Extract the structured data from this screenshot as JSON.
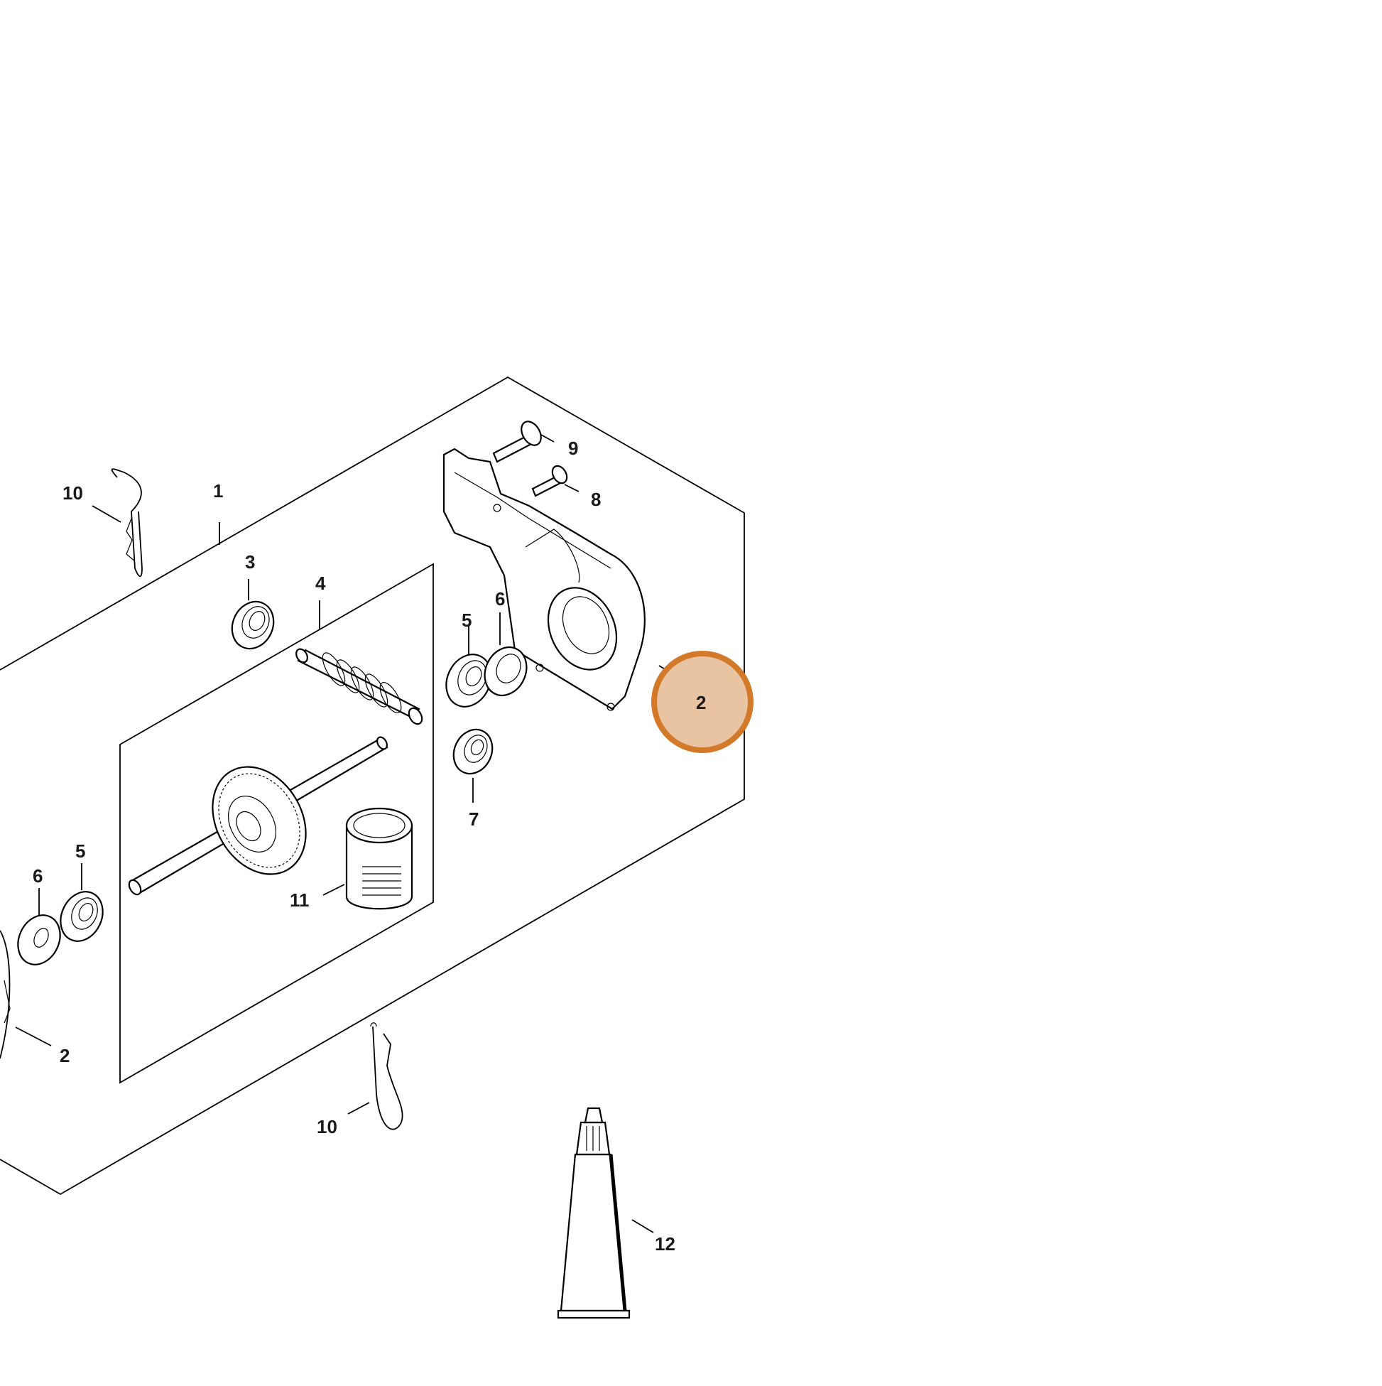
{
  "diagram": {
    "callouts": [
      {
        "id": "c10a",
        "label": "10"
      },
      {
        "id": "c1",
        "label": "1"
      },
      {
        "id": "c3",
        "label": "3"
      },
      {
        "id": "c4",
        "label": "4"
      },
      {
        "id": "c9",
        "label": "9"
      },
      {
        "id": "c8",
        "label": "8"
      },
      {
        "id": "c6a",
        "label": "6"
      },
      {
        "id": "c5a",
        "label": "5"
      },
      {
        "id": "c7",
        "label": "7"
      },
      {
        "id": "c5b",
        "label": "5"
      },
      {
        "id": "c6b",
        "label": "6"
      },
      {
        "id": "c11",
        "label": "11"
      },
      {
        "id": "c2a",
        "label": "2"
      },
      {
        "id": "c10b",
        "label": "10"
      },
      {
        "id": "c12",
        "label": "12"
      }
    ],
    "highlight": {
      "label": "2",
      "fill": "#e9c4a2",
      "stroke": "#d2792a"
    }
  }
}
